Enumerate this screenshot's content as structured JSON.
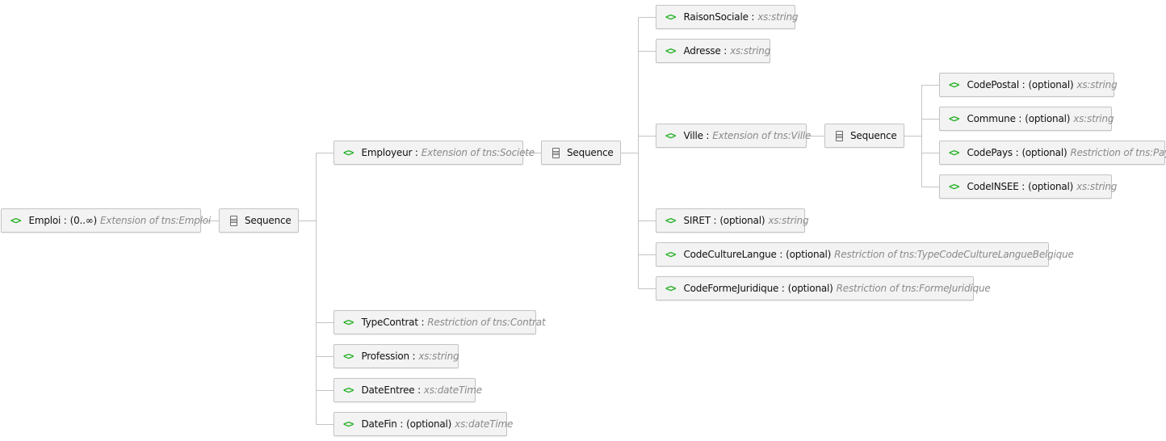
{
  "colors": {
    "element_icon": "#22b022",
    "type_text": "#8a8a8a",
    "connector": "#c4c4c4"
  },
  "element_icon_glyph": "<>",
  "root": {
    "name": "Emploi :",
    "occurs": "(0..∞)",
    "type": "Extension of tns:Emploi"
  },
  "sequence_label": "Sequence",
  "emploi_children": {
    "employeur": {
      "name": "Employeur :",
      "type": "Extension of tns:Societe"
    },
    "type_contrat": {
      "name": "TypeContrat :",
      "type": "Restriction of tns:Contrat"
    },
    "profession": {
      "name": "Profession :",
      "type": "xs:string"
    },
    "date_entree": {
      "name": "DateEntree :",
      "type": "xs:dateTime"
    },
    "date_fin": {
      "name": "DateFin :",
      "occurs": "(optional)",
      "type": "xs:dateTime"
    }
  },
  "societe_children": {
    "raison_sociale": {
      "name": "RaisonSociale :",
      "type": "xs:string"
    },
    "adresse": {
      "name": "Adresse :",
      "type": "xs:string"
    },
    "ville": {
      "name": "Ville :",
      "type": "Extension of tns:Ville"
    },
    "siret": {
      "name": "SIRET :",
      "occurs": "(optional)",
      "type": "xs:string"
    },
    "code_culture_langue": {
      "name": "CodeCultureLangue :",
      "occurs": "(optional)",
      "type": "Restriction of tns:TypeCodeCultureLangueBelgique"
    },
    "code_forme_juridique": {
      "name": "CodeFormeJuridique :",
      "occurs": "(optional)",
      "type": "Restriction of tns:FormeJuridique"
    }
  },
  "ville_children": {
    "code_postal": {
      "name": "CodePostal :",
      "occurs": "(optional)",
      "type": "xs:string"
    },
    "commune": {
      "name": "Commune :",
      "occurs": "(optional)",
      "type": "xs:string"
    },
    "code_pays": {
      "name": "CodePays :",
      "occurs": "(optional)",
      "type": "Restriction of tns:Pays"
    },
    "code_insee": {
      "name": "CodeINSEE :",
      "occurs": "(optional)",
      "type": "xs:string"
    }
  }
}
